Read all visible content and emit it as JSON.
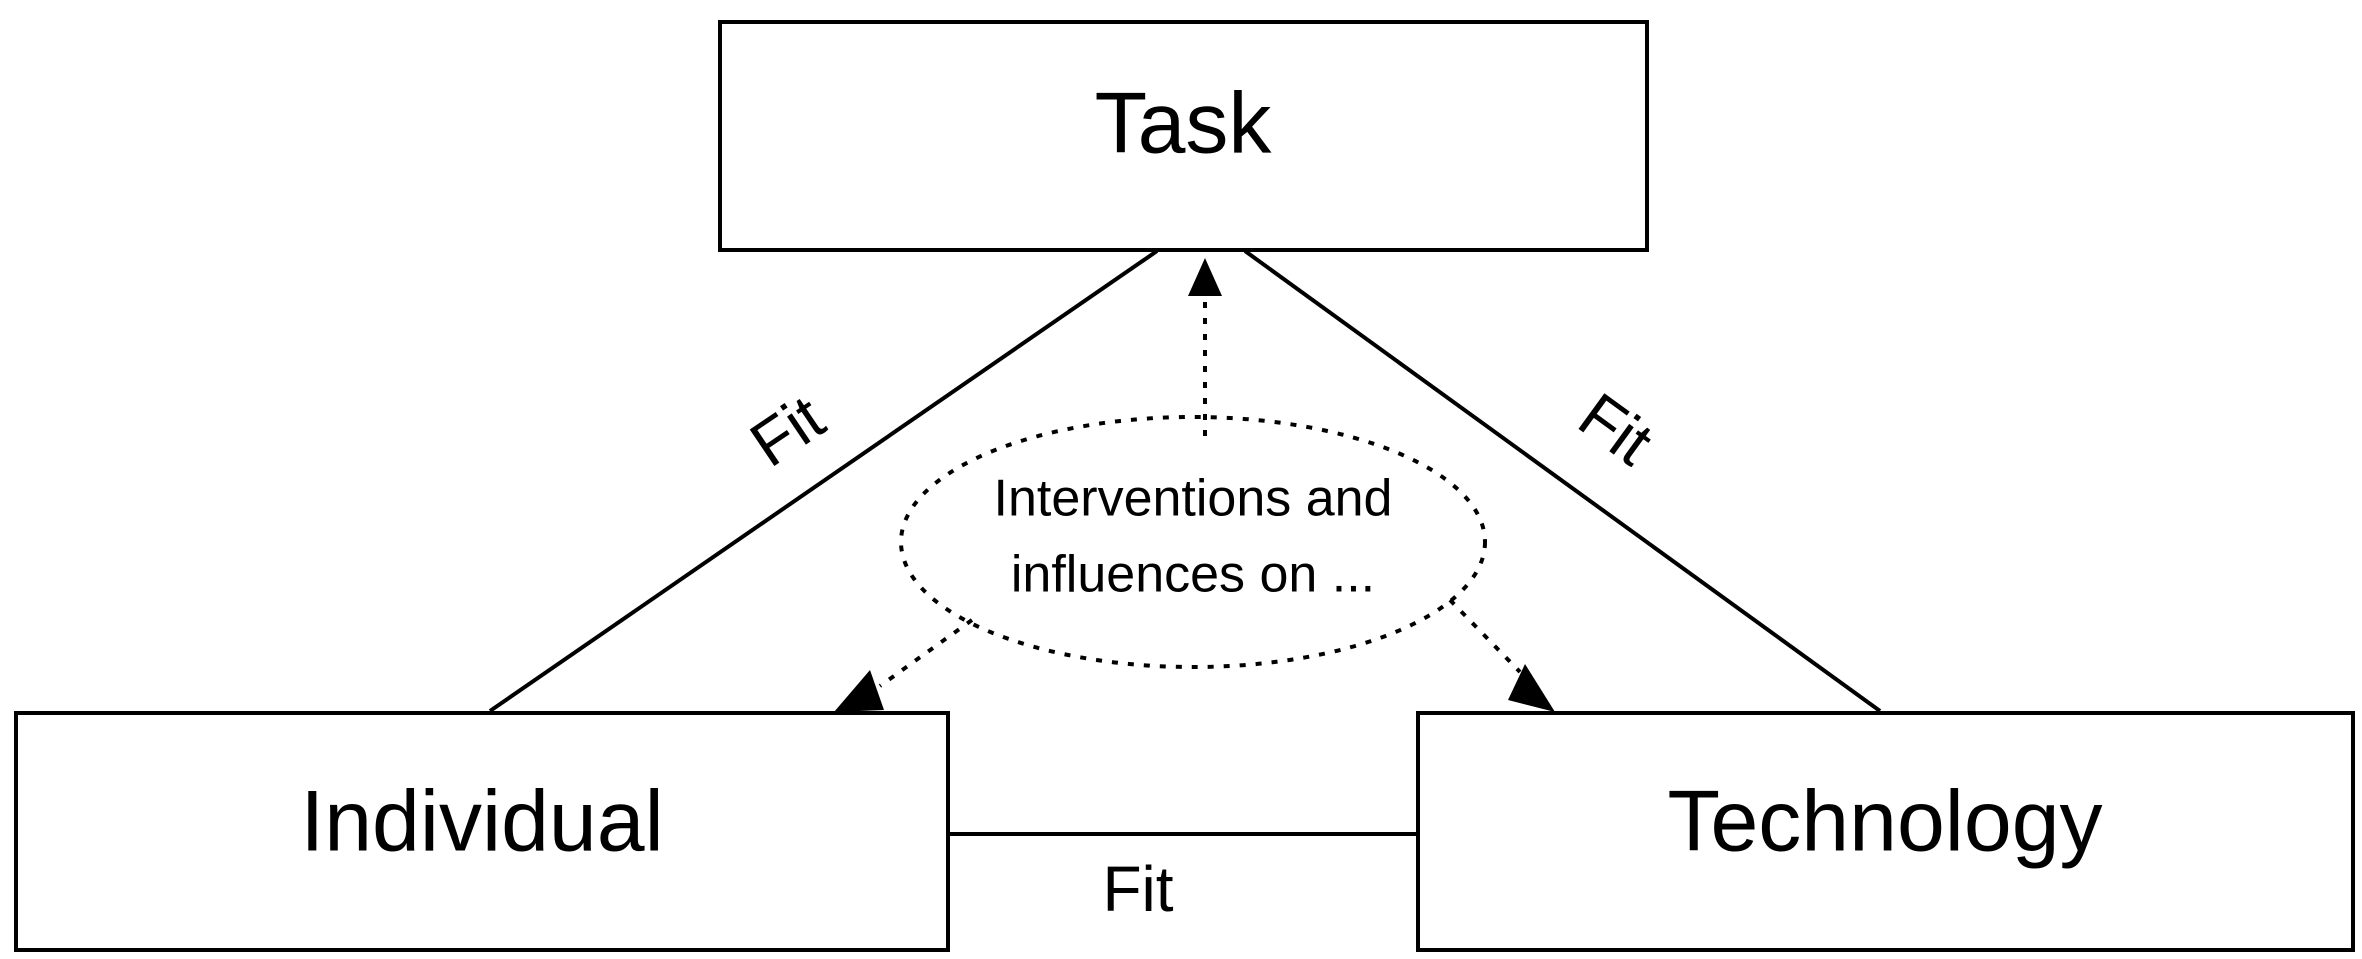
{
  "nodes": {
    "task": "Task",
    "individual": "Individual",
    "technology": "Technology"
  },
  "fit_labels": {
    "left": "Fit",
    "right": "Fit",
    "bottom": "Fit"
  },
  "interventions": {
    "line1": "Interventions and",
    "line2": "influences on ..."
  },
  "colors": {
    "stroke": "#000000",
    "background": "#ffffff"
  }
}
